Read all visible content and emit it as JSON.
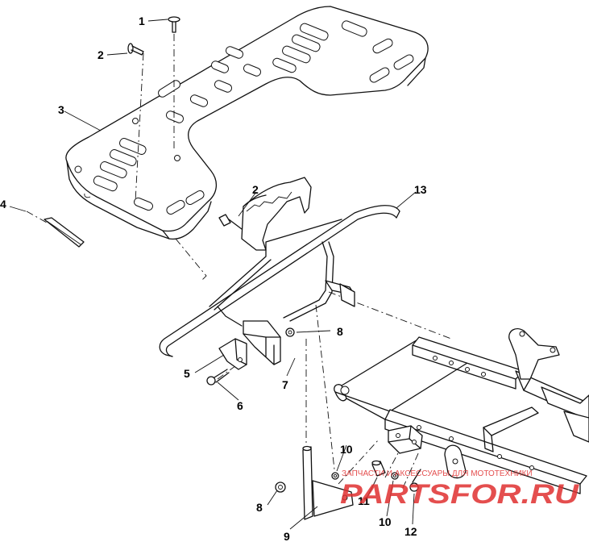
{
  "diagram": {
    "callouts": [
      {
        "id": "c1",
        "text": "1"
      },
      {
        "id": "c2a",
        "text": "2"
      },
      {
        "id": "c3",
        "text": "3"
      },
      {
        "id": "c4",
        "text": "4"
      },
      {
        "id": "c2b",
        "text": "2"
      },
      {
        "id": "c13",
        "text": "13"
      },
      {
        "id": "c8a",
        "text": "8"
      },
      {
        "id": "c5",
        "text": "5"
      },
      {
        "id": "c7",
        "text": "7"
      },
      {
        "id": "c6",
        "text": "6"
      },
      {
        "id": "c10a",
        "text": "10"
      },
      {
        "id": "c8b",
        "text": "8"
      },
      {
        "id": "c11",
        "text": "11"
      },
      {
        "id": "c10b",
        "text": "10"
      },
      {
        "id": "c12",
        "text": "12"
      },
      {
        "id": "c9",
        "text": "9"
      }
    ]
  },
  "watermark": {
    "subtitle": "ЗАПЧАСТИ И АКСЕССУАРЫ ДЛЯ МОТОТЕХНИКИ",
    "brand": "PARTSFOR.RU",
    "color": "#e03030"
  }
}
